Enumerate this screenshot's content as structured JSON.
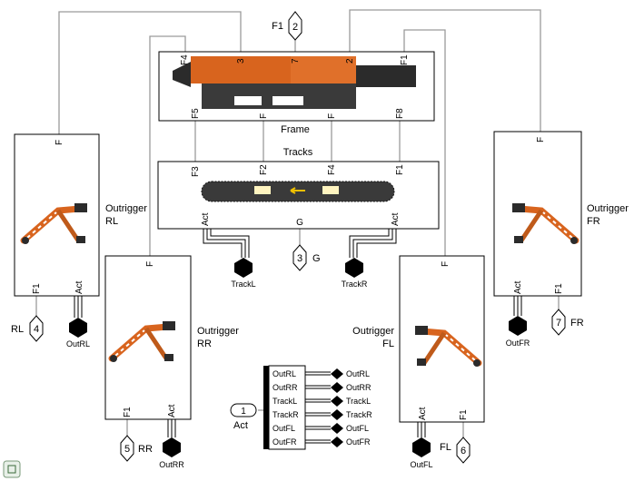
{
  "model": {
    "port_labels": {
      "F": "F",
      "F1": "F1",
      "F2": "F2",
      "F3": "F3",
      "F4": "F4",
      "F5": "F5",
      "F8": "F8",
      "Act": "Act",
      "G": "G",
      "n2": "2",
      "n3": "3",
      "n7": "7"
    },
    "blocks": {
      "frame": "Frame",
      "tracks": "Tracks",
      "outrigger_rl": [
        "Outrigger",
        "RL"
      ],
      "outrigger_rr": [
        "Outrigger",
        "RR"
      ],
      "outrigger_fl": [
        "Outrigger",
        "FL"
      ],
      "outrigger_fr": [
        "Outrigger",
        "FR"
      ]
    },
    "connection_ports": [
      {
        "id": "f1",
        "number": "2",
        "label": "F1"
      },
      {
        "id": "g",
        "number": "3",
        "label": "G"
      },
      {
        "id": "rl",
        "number": "4",
        "label": "RL"
      },
      {
        "id": "rr",
        "number": "5",
        "label": "RR"
      },
      {
        "id": "fl",
        "number": "6",
        "label": "FL"
      },
      {
        "id": "fr",
        "number": "7",
        "label": "FR"
      }
    ],
    "inport": {
      "number": "1",
      "label": "Act"
    },
    "bus_signals": [
      "OutRL",
      "OutRR",
      "TrackL",
      "TrackR",
      "OutFL",
      "OutFR"
    ],
    "outputs": {
      "track_l": "TrackL",
      "track_r": "TrackR",
      "out_rl": "OutRL",
      "out_rr": "OutRR",
      "out_fl": "OutFL",
      "out_fr": "OutFR"
    },
    "colors": {
      "machine_orange": "#d8641e",
      "dark": "#2b2b2b",
      "line_gray": "#9a9a9a"
    }
  },
  "toolbar": {
    "hierarchy_icon": "subsystem-hierarchy-icon"
  }
}
